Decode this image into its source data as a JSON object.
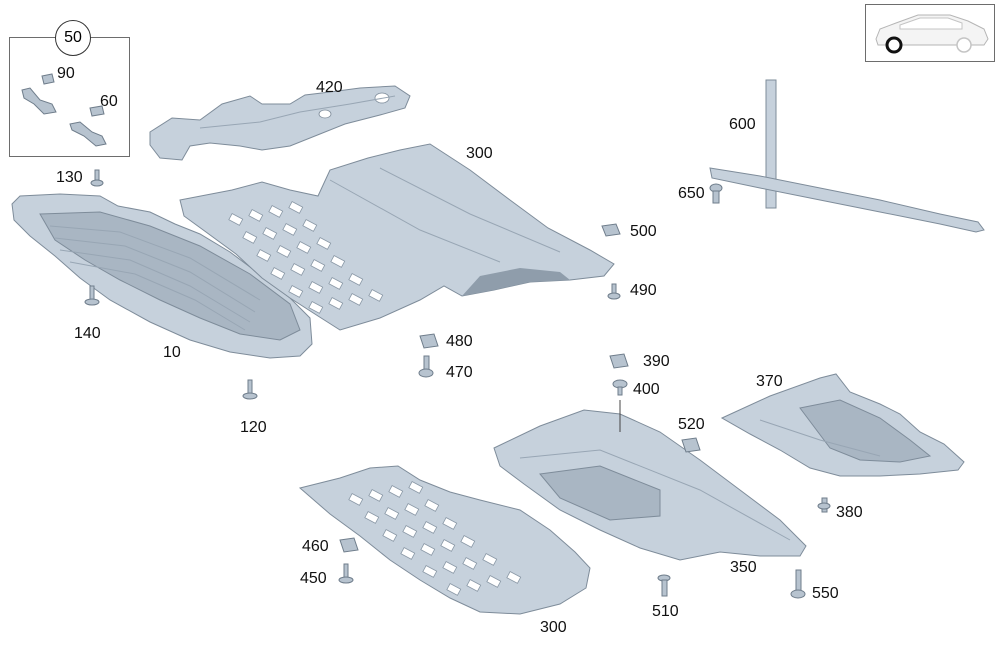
{
  "kit_label": "50",
  "labels": {
    "p10": "10",
    "p60": "60",
    "p90": "90",
    "p120": "120",
    "p130": "130",
    "p140": "140",
    "p300_top": "300",
    "p300_bottom": "300",
    "p350": "350",
    "p370": "370",
    "p380": "380",
    "p390": "390",
    "p400": "400",
    "p420": "420",
    "p450": "450",
    "p460": "460",
    "p470": "470",
    "p480": "480",
    "p490": "490",
    "p500": "500",
    "p510": "510",
    "p520": "520",
    "p550": "550",
    "p600": "600",
    "p650": "650"
  }
}
